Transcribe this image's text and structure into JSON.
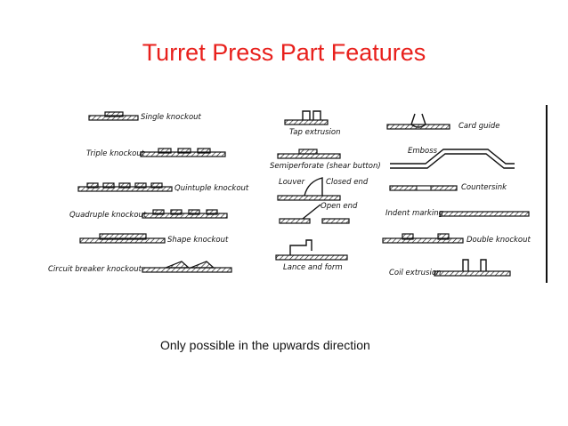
{
  "title": "Turret Press Part Features",
  "caption": "Only possible in the upwards direction",
  "columns": {
    "left": {
      "single_knockout": "Single knockout",
      "triple_knockout": "Triple knockout",
      "quintuple_knockout": "Quintuple knockout",
      "quadruple_knockout": "Quadruple knockout",
      "shape_knockout": "Shape knockout",
      "circuit_breaker_knockout": "Circuit breaker knockout"
    },
    "middle": {
      "tap_extrusion": "Tap extrusion",
      "semiperforate": "Semiperforate (shear button)",
      "louver": "Louver",
      "closed_end": "Closed end",
      "open_end": "Open end",
      "lance_and_form": "Lance and form"
    },
    "right": {
      "card_guide": "Card guide",
      "emboss": "Emboss",
      "countersink": "Countersink",
      "indent_marking": "Indent marking",
      "double_knockout": "Double knockout",
      "coil_extrusion": "Coil extrusion"
    }
  },
  "colors": {
    "title": "#e8201c",
    "ink": "#111111"
  }
}
